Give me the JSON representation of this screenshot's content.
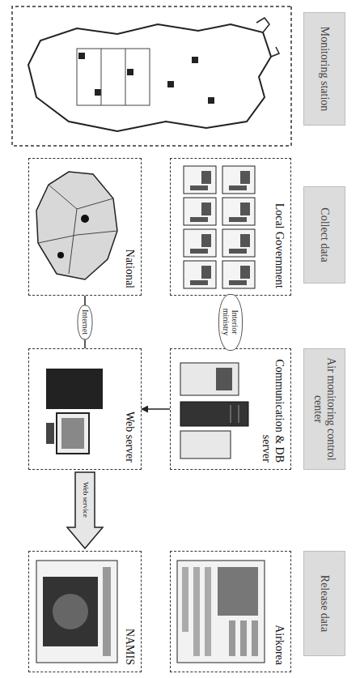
{
  "diagram": {
    "nodes": [
      {
        "text": [
          "Monitoring station"
        ]
      },
      {
        "text": [
          "Collect data"
        ]
      },
      {
        "text": [
          "Air monitoring control center"
        ]
      },
      {
        "text": [
          "Release data"
        ]
      },
      {
        "text": [
          "Local Government"
        ]
      },
      {
        "text": [
          "National"
        ]
      },
      {
        "text": [
          "Communication & DB server"
        ]
      },
      {
        "text": [
          "Web server"
        ]
      },
      {
        "text": [
          "Airkorea"
        ]
      },
      {
        "text": [
          "NAMIS"
        ]
      }
    ],
    "edges": [
      {
        "from": 4,
        "to": 6,
        "label": "Interior ministry",
        "arrow": "none"
      },
      {
        "from": 5,
        "to": 7,
        "label": "Internet",
        "arrow": "none"
      },
      {
        "from": 6,
        "to": 7,
        "arrow": "to"
      },
      {
        "from": 7,
        "to": 9,
        "label": "Web service",
        "arrow": "to"
      }
    ]
  }
}
